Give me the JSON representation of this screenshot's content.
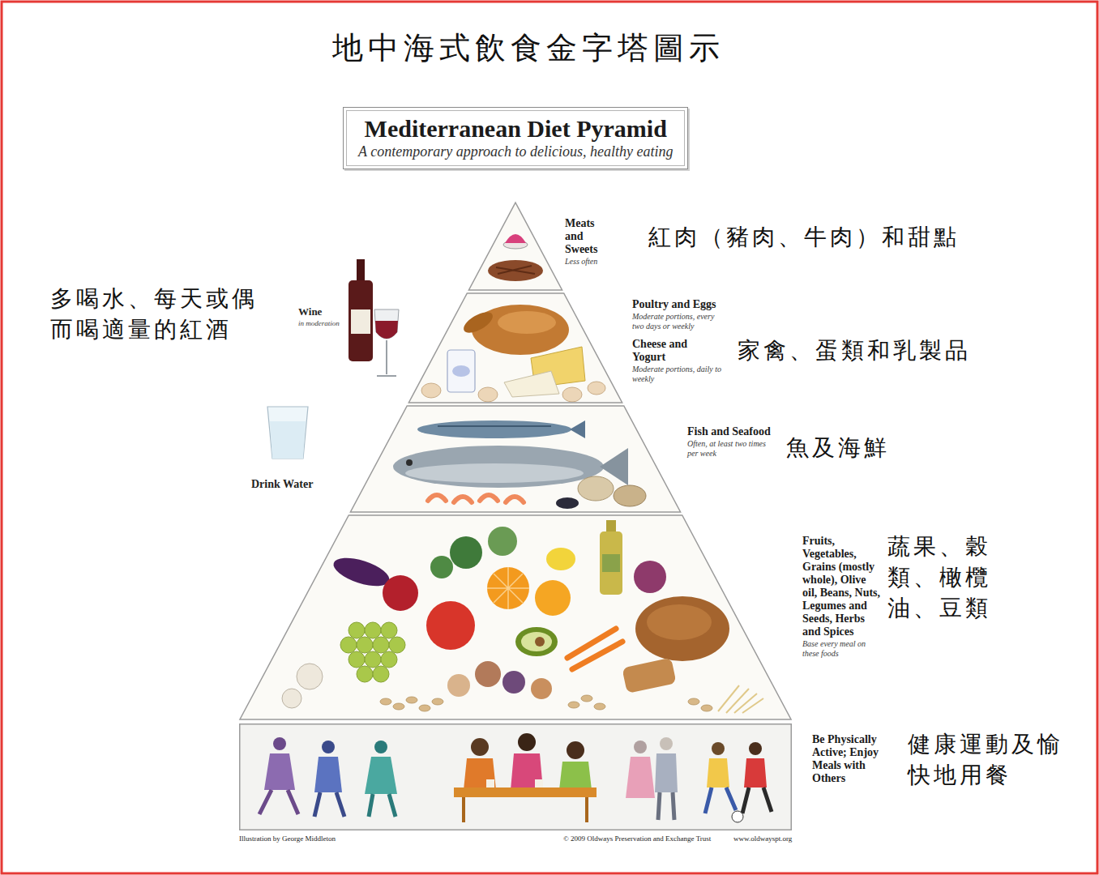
{
  "diagram": {
    "title": "地中海式飲食金字塔圖示",
    "nodes": [
      {
        "text": [
          "Mediterranean Diet Pyramid",
          "A contemporary approach to delicious, healthy eating"
        ]
      },
      {
        "text": [
          "Meats and Sweets",
          "Less often"
        ]
      },
      {
        "text": [
          "Poultry and Eggs",
          "Moderate portions, every two days or weekly",
          "Cheese and Yogurt",
          "Moderate portions, daily to weekly"
        ]
      },
      {
        "text": [
          "Fish and Seafood",
          "Often, at least two times per week"
        ]
      },
      {
        "text": [
          "Fruits, Vegetables, Grains (mostly whole), Olive oil, Beans, Nuts, Legumes and Seeds, Herbs and Spices",
          "Base every meal on these foods"
        ]
      },
      {
        "text": [
          "Be Physically Active; Enjoy Meals with Others"
        ]
      }
    ],
    "labels": [
      "紅肉（豬肉、牛肉）和甜點",
      "家禽、蛋類和乳製品",
      "魚及海鮮",
      "蔬果、穀類、橄欖油、豆類",
      "健康運動及愉快地用餐",
      "多喝水、每天或偶而喝適量的紅酒",
      "Wine",
      "in moderation",
      "Drink Water",
      "Illustration by George Middleton",
      "© 2009 Oldways Preservation and Exchange Trust",
      "www.oldwayspt.org"
    ]
  }
}
